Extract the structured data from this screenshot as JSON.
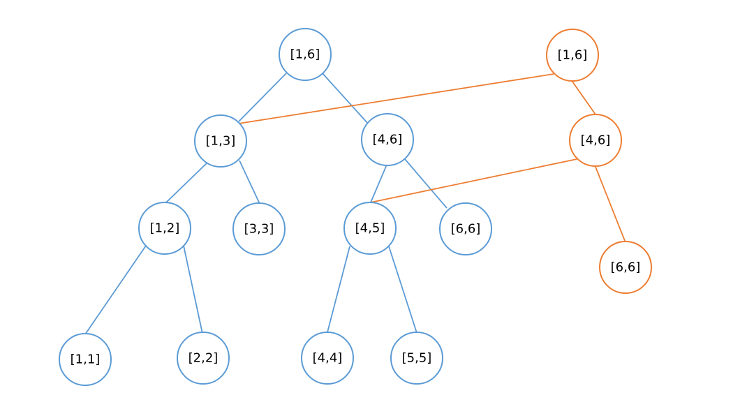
{
  "colors": {
    "old_tree": "#5B9BD5",
    "new_tree": "#ED7D31",
    "background": "#FFFFFF",
    "text": "#000000"
  },
  "old_tree": {
    "nodes": {
      "root": "[1,6]",
      "l": "[1,3]",
      "r": "[4,6]",
      "ll": "[1,2]",
      "lr": "[3,3]",
      "rl": "[4,5]",
      "rr": "[6,6]",
      "lll": "[1,1]",
      "llr": "[2,2]",
      "rll": "[4,4]",
      "rlr": "[5,5]"
    }
  },
  "new_tree": {
    "nodes": {
      "root": "[1,6]",
      "r": "[4,6]",
      "rr": "[6,6]"
    }
  }
}
